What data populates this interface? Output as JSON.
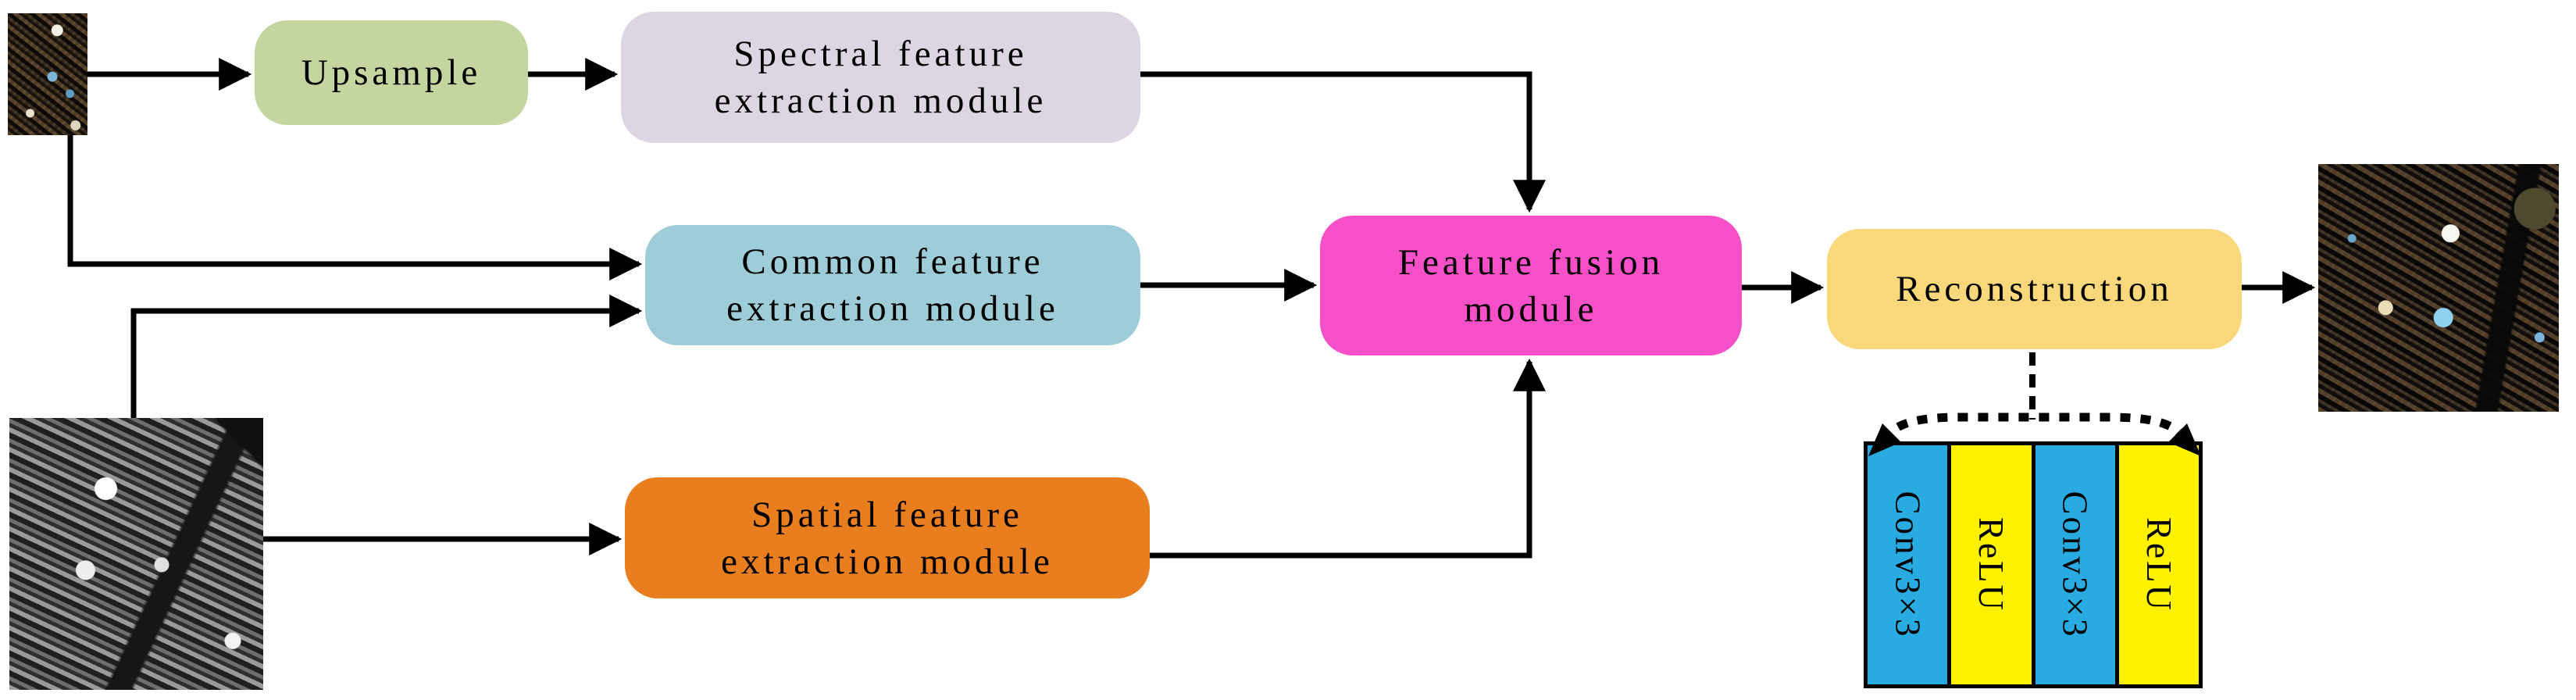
{
  "connector_color": "#000000",
  "nodes": {
    "upsample": {
      "label": "Upsample",
      "color": "#c5d5a0"
    },
    "spectral": {
      "line1": "Spectral feature",
      "line2": "extraction module",
      "color": "#dcd6e3"
    },
    "common": {
      "line1": "Common feature",
      "line2": "extraction module",
      "color": "#9ecdd9"
    },
    "spatial": {
      "line1": "Spatial feature",
      "line2": "extraction module",
      "color": "#e87e1e"
    },
    "fusion": {
      "line1": "Feature fusion",
      "line2": "module",
      "color": "#f650c8"
    },
    "reconstruction": {
      "label": "Reconstruction",
      "color": "#f8d87b"
    }
  },
  "reconstruction_detail": {
    "layers": [
      {
        "label": "Conv3×3",
        "color": "#29abe2"
      },
      {
        "label": "ReLU",
        "color": "#fff200"
      },
      {
        "label": "Conv3×3",
        "color": "#29abe2"
      },
      {
        "label": "ReLU",
        "color": "#fff200"
      }
    ]
  },
  "images": {
    "ms_input": "low-resolution multispectral satellite image",
    "pan_input": "panchromatic satellite image",
    "output": "pansharpened fused satellite image"
  }
}
